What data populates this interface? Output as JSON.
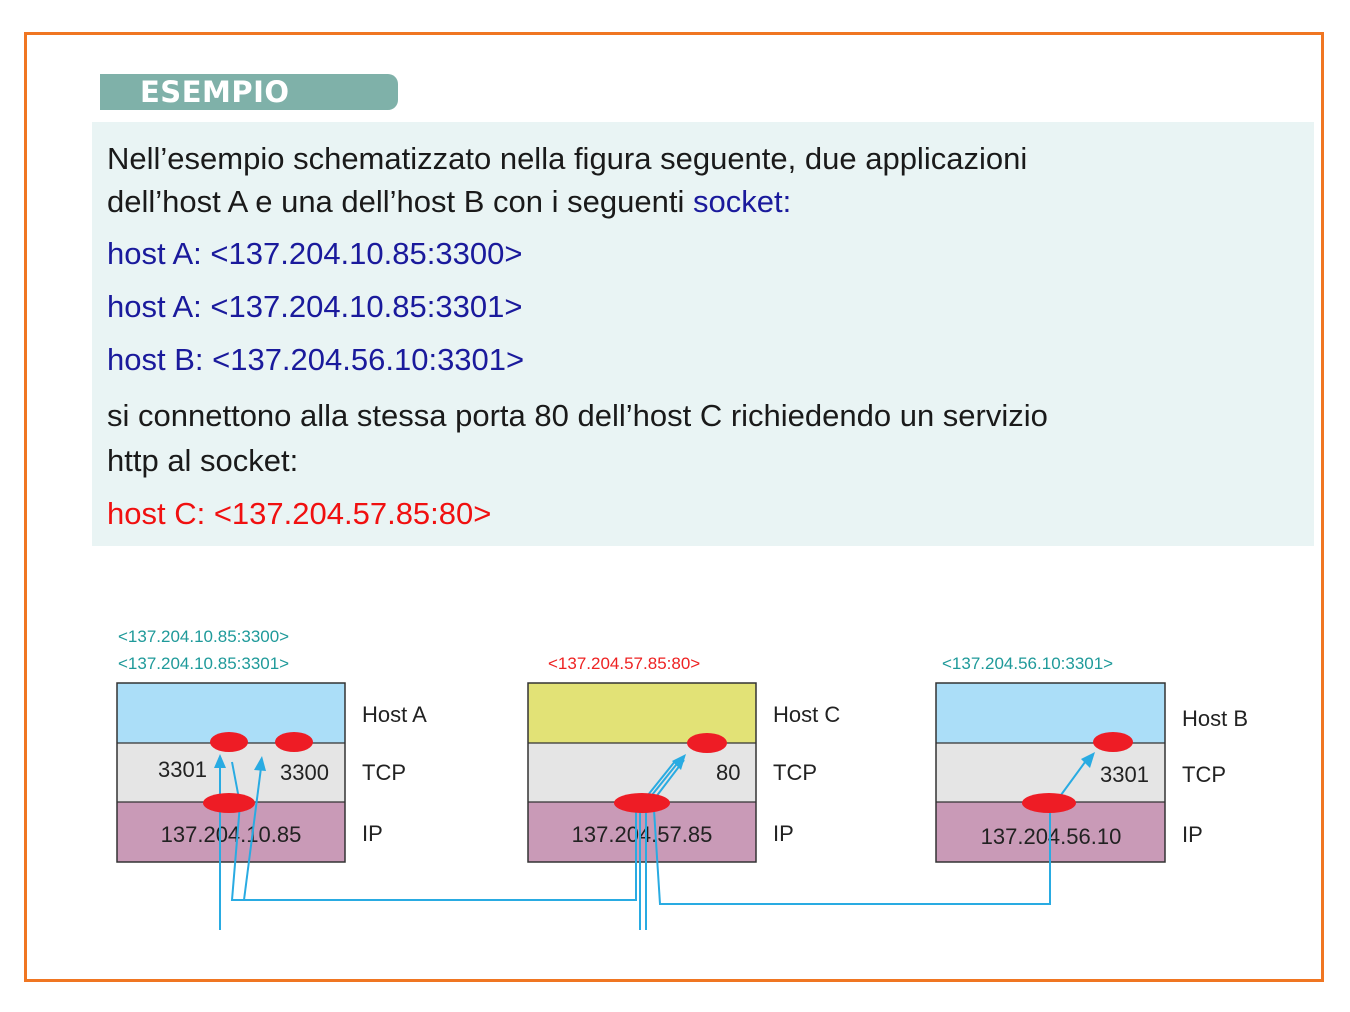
{
  "header": {
    "tag_label": "ESEMPIO"
  },
  "text": {
    "line1": "Nell’esempio schematizzato nella figura seguente, due applicazioni",
    "line2_a": "dell’host A e una dell’host B con i seguenti ",
    "line2_b": "socket:",
    "socket_a1": "host A: <137.204.10.85:3300>",
    "socket_a2": "host A: <137.204.10.85:3301>",
    "socket_b": "host B: <137.204.56.10:3301>",
    "line6": "si connettono alla stessa porta 80 dell’host C richiedendo un servizio",
    "line7": "http al socket:",
    "socket_c": "host C: <137.204.57.85:80>"
  },
  "diagram": {
    "host_a": {
      "sockets": [
        "<137.204.10.85:3300>",
        "<137.204.10.85:3301>"
      ],
      "name": "Host A",
      "ports": [
        "3301",
        "3300"
      ],
      "ip": "137.204.10.85"
    },
    "host_c": {
      "socket": "<137.204.57.85:80>",
      "name": "Host C",
      "port": "80",
      "ip": "137.204.57.85"
    },
    "host_b": {
      "socket": "<137.204.56.10:3301>",
      "name": "Host B",
      "port": "3301",
      "ip": "137.204.56.10"
    },
    "layers": {
      "tcp": "TCP",
      "ip": "IP"
    }
  },
  "colors": {
    "frame": "#f07622",
    "tag": "#7fb1a9",
    "text_box": "#e9f4f4",
    "socket_text": "#1a1a9c",
    "server_socket_text": "#f01010",
    "app_layer_client": "#abdef8",
    "app_layer_server": "#e2e276",
    "tcp_layer": "#e5e5e5",
    "ip_layer": "#c99ab7",
    "socket_marker": "#ee1c25",
    "connection_line": "#29abe2"
  }
}
